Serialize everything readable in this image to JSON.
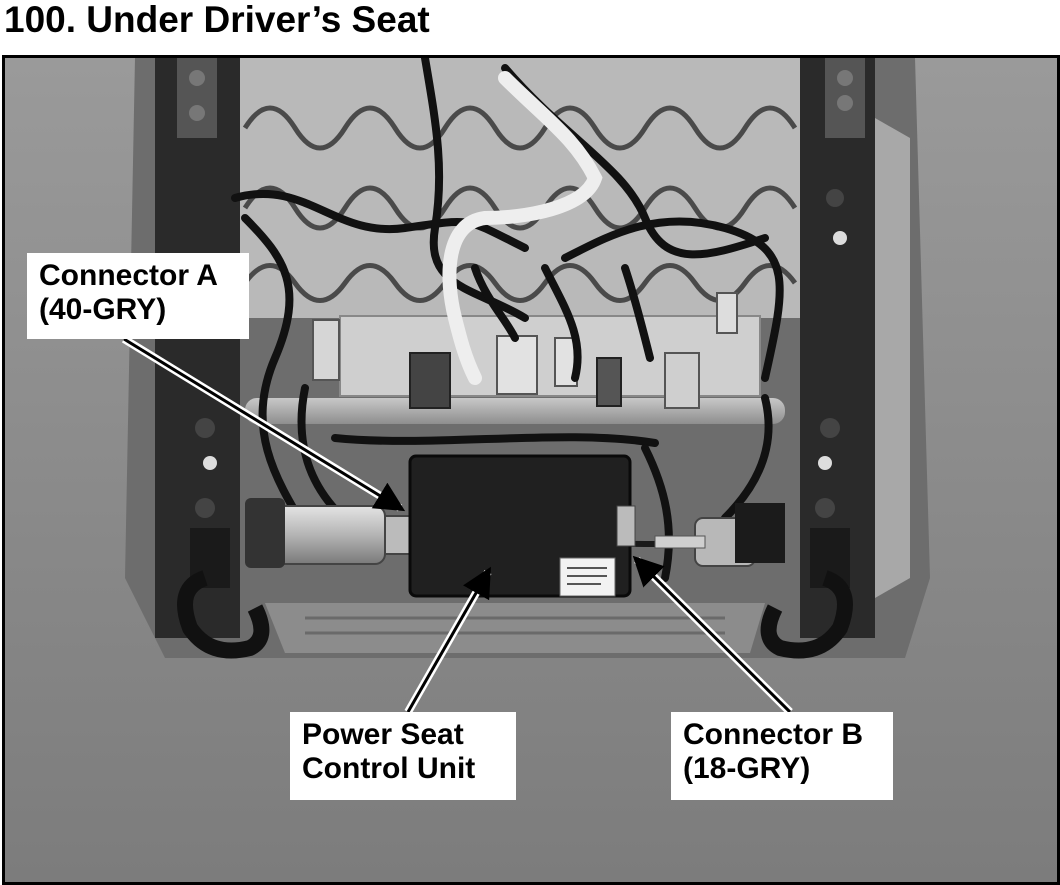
{
  "title": "100. Under Driver’s Seat",
  "callouts": {
    "connector_a": {
      "line1": "Connector A",
      "line2": "(40-GRY)"
    },
    "control_unit": {
      "line1": "Power Seat",
      "line2": "Control Unit"
    },
    "connector_b": {
      "line1": "Connector B",
      "line2": "(18-GRY)"
    }
  },
  "colors": {
    "background": "#ffffff",
    "ink": "#000000"
  }
}
